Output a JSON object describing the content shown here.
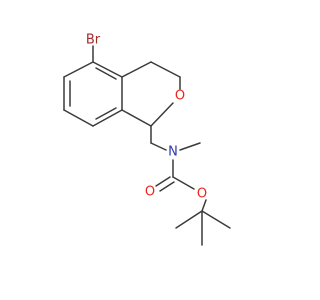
{
  "molecule": {
    "atoms": {
      "bromine": "Br",
      "ring_oxygen": "O",
      "nitrogen": "N",
      "carbonyl_oxygen": "O",
      "ester_oxygen": "O"
    }
  },
  "colors": {
    "bond": "#3a3a3a",
    "bromine": "#a52a2a",
    "oxygen": "#e8261c",
    "nitrogen": "#2a3aa8",
    "background": "#ffffff"
  }
}
